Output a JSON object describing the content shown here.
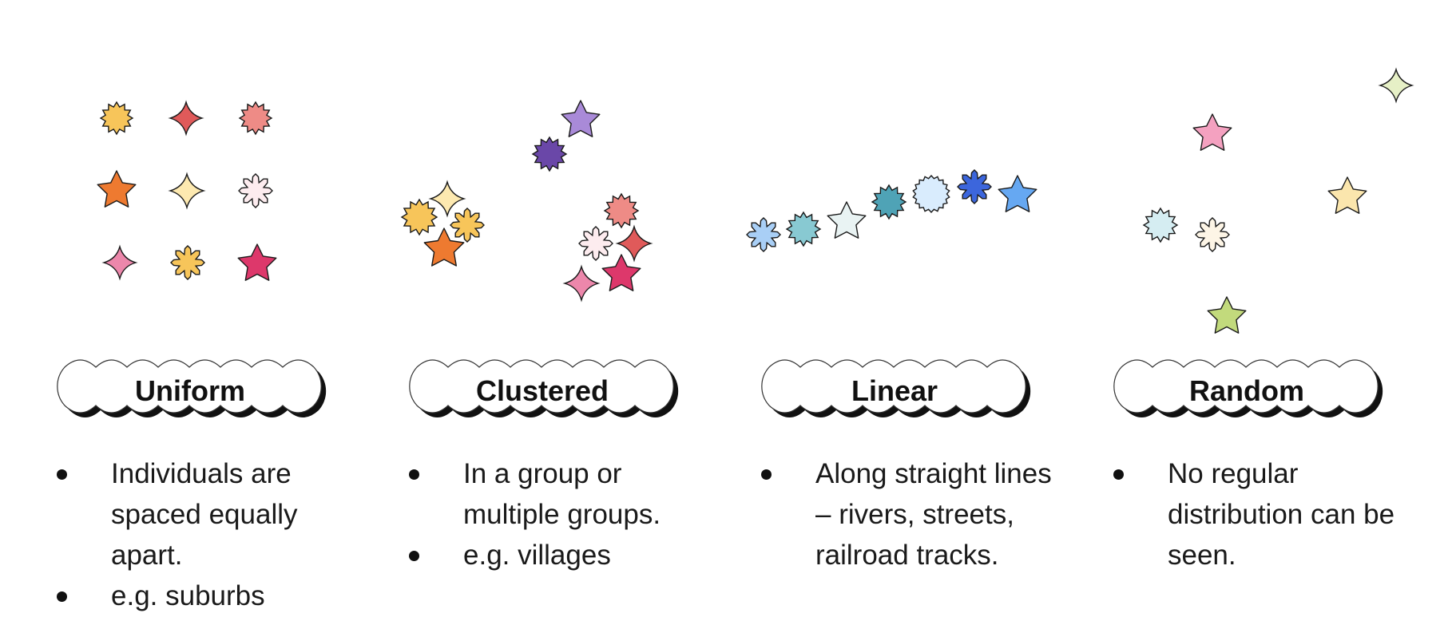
{
  "categories": [
    {
      "key": "uniform",
      "title": "Uniform",
      "bullets": [
        "Individuals are spaced equally apart.",
        "e.g. suburbs"
      ]
    },
    {
      "key": "clustered",
      "title": "Clustered",
      "bullets": [
        "In a group or multiple groups.",
        "e.g. villages"
      ]
    },
    {
      "key": "linear",
      "title": "Linear",
      "bullets": [
        "Along straight lines – rivers, streets, railroad tracks."
      ]
    },
    {
      "key": "random",
      "title": "Random",
      "bullets": [
        "No regular distribution can be seen."
      ]
    }
  ],
  "colors": {
    "yellow": "#f7c55a",
    "red": "#e05a5a",
    "salmon": "#ee8b86",
    "orange": "#ee7a30",
    "cream": "#fde9b0",
    "pale_pink": "#fdecef",
    "pink": "#ec87ab",
    "crimson": "#dd386b",
    "lavender": "#a98ad8",
    "purple": "#6a47a8",
    "light_blue": "#a9cff6",
    "teal_light": "#88c9d2",
    "mint_white": "#e9f3f3",
    "teal": "#4fa3b6",
    "ice_blue": "#d9ecfd",
    "royal_blue": "#3c66dc",
    "sky_blue": "#66a8f2",
    "pale_lime": "#e6f0c6",
    "rose": "#f4a1c0",
    "butter": "#fbe6ad",
    "pale_cyan": "#d5edf2",
    "ivory": "#fdf5e6",
    "lime": "#c2da7c"
  }
}
